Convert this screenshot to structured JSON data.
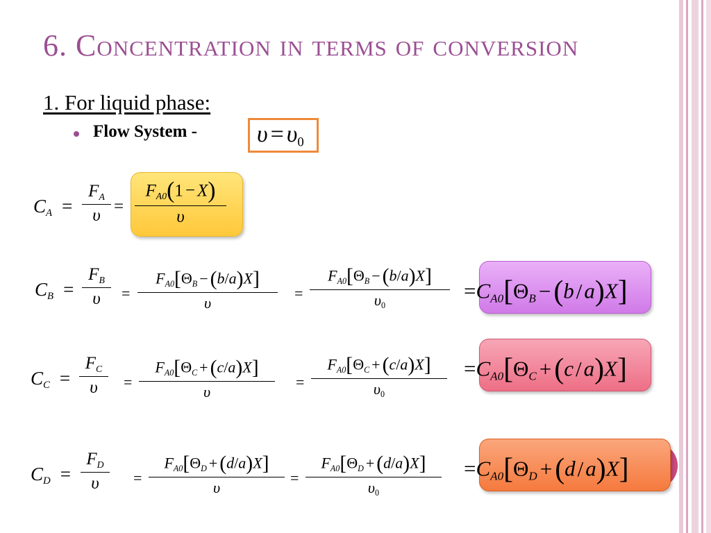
{
  "slide": {
    "title": "6. Concentration in terms of conversion",
    "subtitle": "1. For liquid phase:",
    "bullet_label": "Flow System -",
    "flow_condition": {
      "lhs": "υ",
      "eq": "=",
      "rhs": "υ",
      "rhs_sub": "0"
    }
  },
  "colors": {
    "title": "#9b4f93",
    "border_stripe": "#d8a8c0",
    "box_orange": "#ef8a3a",
    "highlight_A": "#ffd24d",
    "highlight_B": "#d07ae8",
    "highlight_C": "#ee6f86",
    "highlight_D": "#f57a3e",
    "circle": "#c94a7d"
  },
  "symbols": {
    "C": "C",
    "F": "F",
    "X": "X",
    "nu": "υ",
    "eq": "=",
    "theta": "Θ",
    "minus": "−",
    "plus": "+",
    "zero": "0",
    "one": "1",
    "slash": "/",
    "lbr": "[",
    "rbr": "]",
    "lp": "(",
    "rp": ")",
    "A": "A",
    "B": "B",
    "Cc": "C",
    "D": "D",
    "A0": "A0",
    "a": "a",
    "b": "b",
    "c": "c",
    "d": "d"
  }
}
